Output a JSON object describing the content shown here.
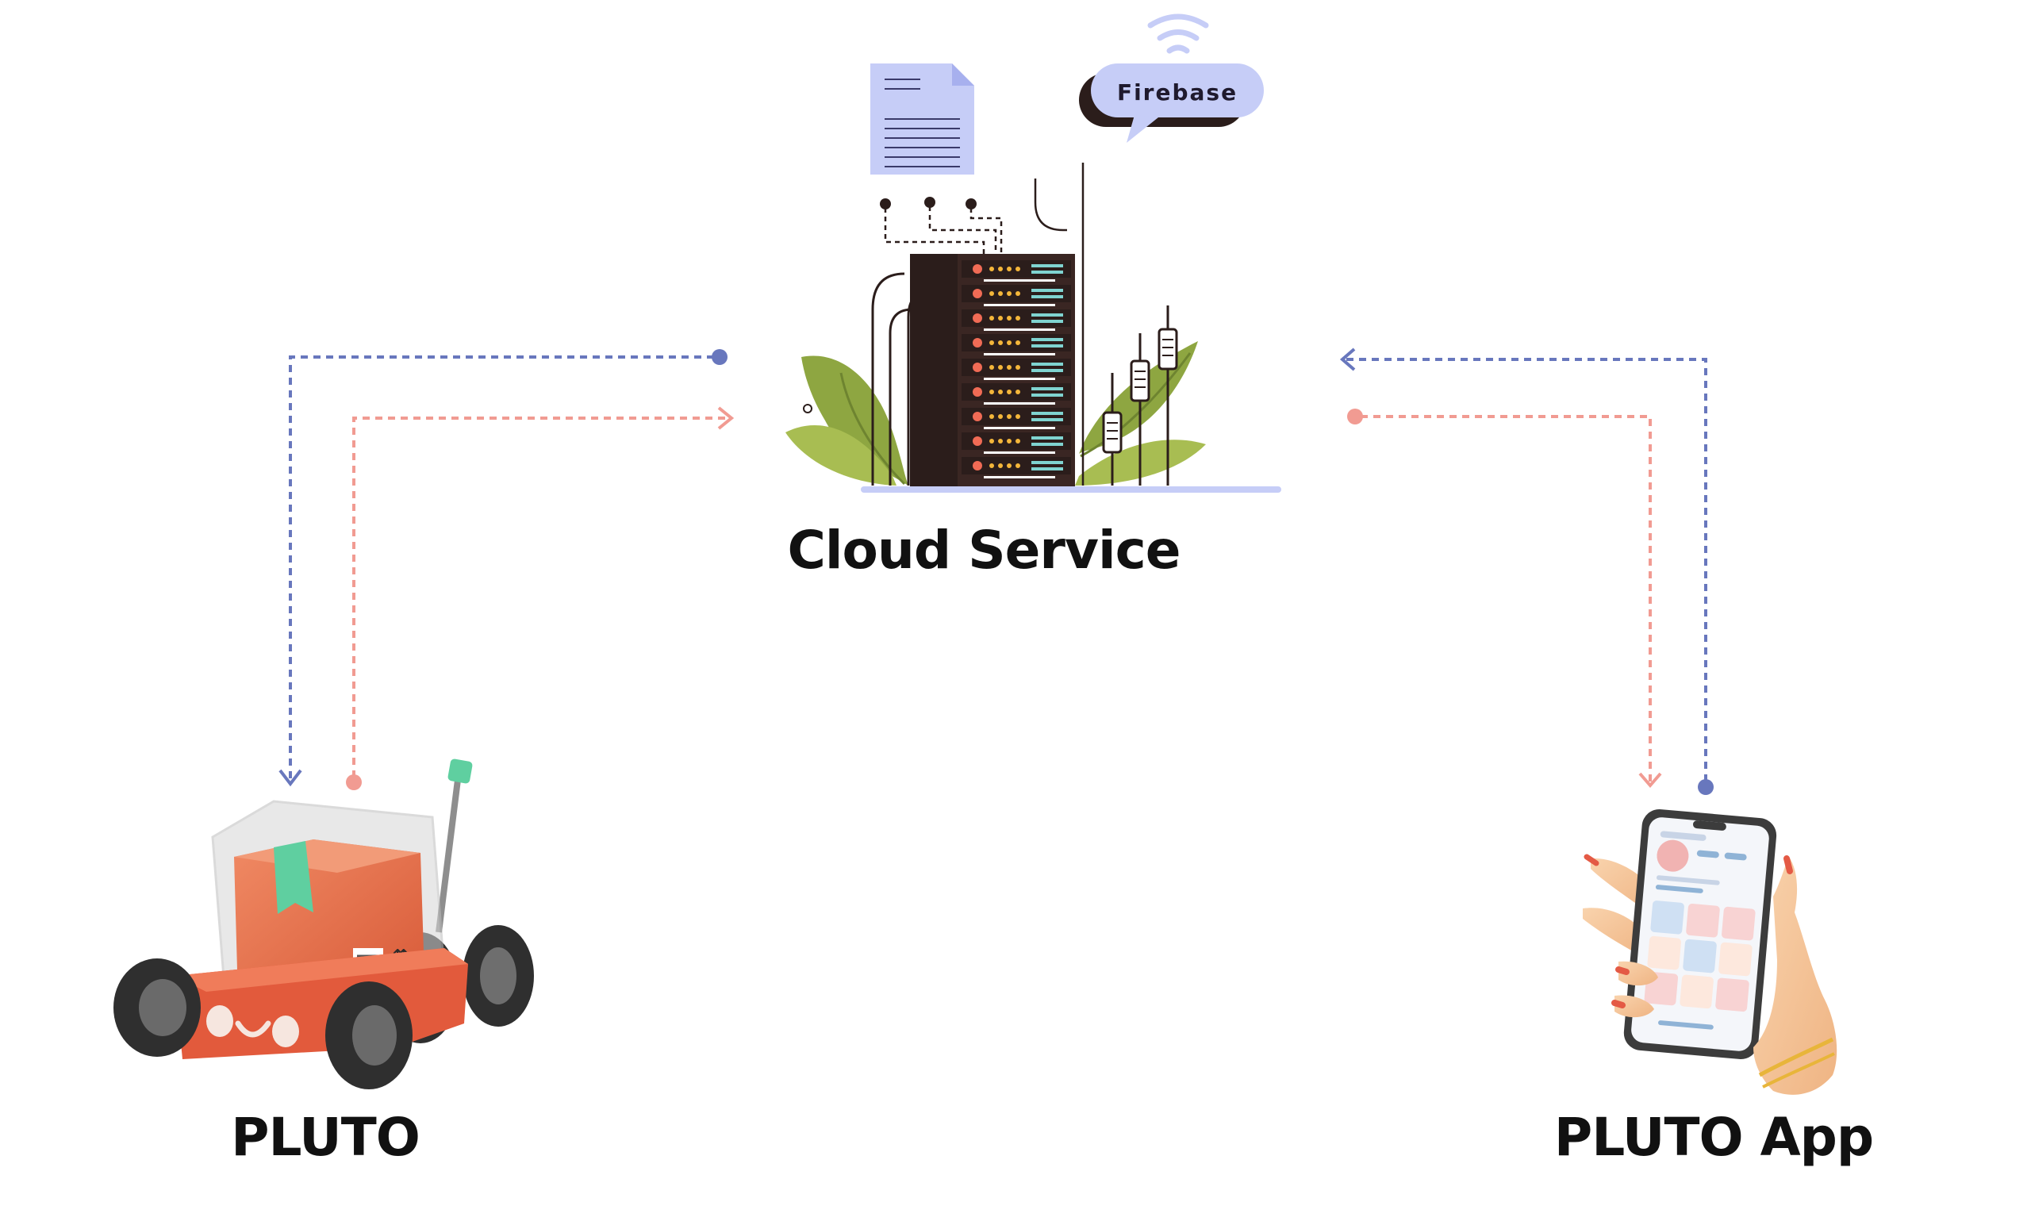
{
  "nodes": {
    "cloud": {
      "label": "Cloud Service",
      "badge": "Firebase"
    },
    "robot": {
      "label": "PLUTO"
    },
    "app": {
      "label": "PLUTO App"
    }
  },
  "colors": {
    "blue_link": "#6877bd",
    "red_link": "#f19b92",
    "robot_body": "#ea6f4c",
    "robot_tape": "#5fcfa0",
    "server_dark": "#2b1d1b",
    "doc_blue": "#c6cdf7",
    "leaf_green": "#8ea641",
    "skin": "#f6c79b",
    "nail": "#e45a45"
  },
  "icons": {
    "cloud": "server-rack-icon",
    "robot": "delivery-robot-icon",
    "app": "hand-holding-phone-icon",
    "doc": "document-icon",
    "wifi": "wifi-icon"
  }
}
